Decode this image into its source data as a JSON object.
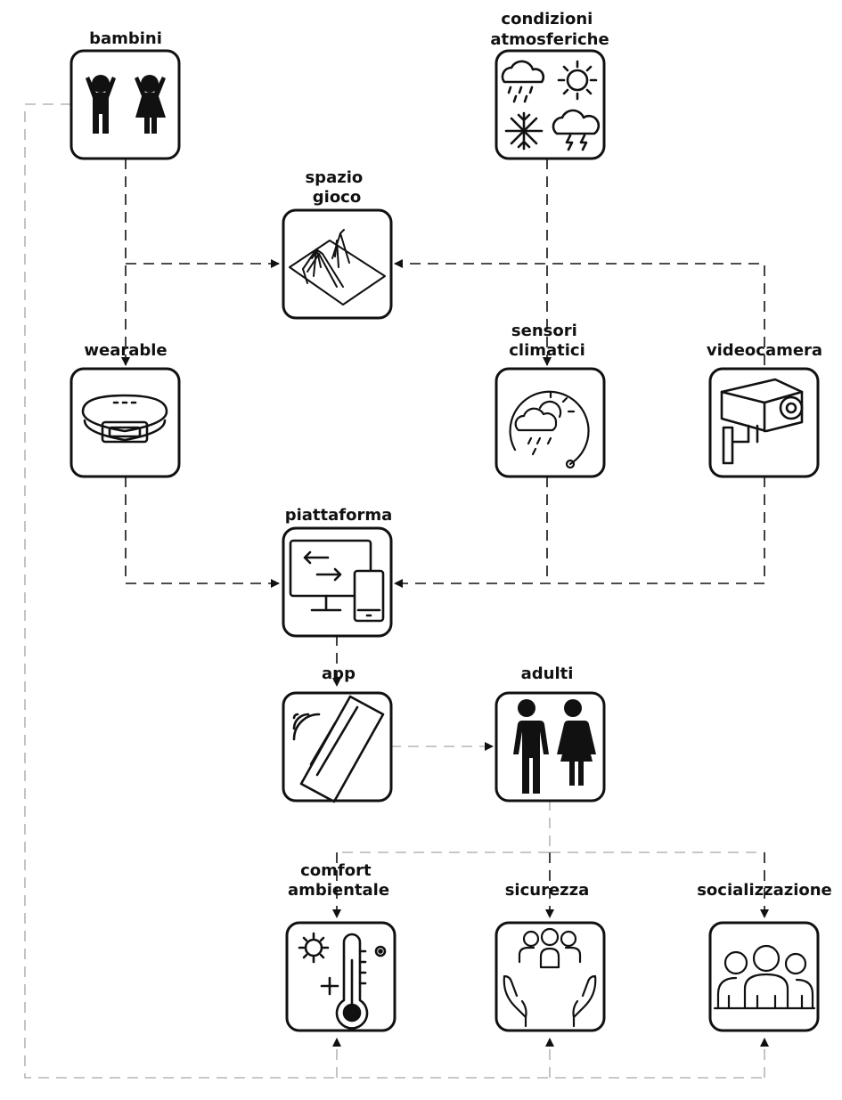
{
  "nodes": {
    "bambini": {
      "label_lines": [
        "bambini"
      ],
      "icon": "children-icon"
    },
    "condizioni": {
      "label_lines": [
        "condizioni",
        "atmosferiche"
      ],
      "icon": "weather-conditions-icon"
    },
    "spazio": {
      "label_lines": [
        "spazio",
        "gioco"
      ],
      "icon": "playground-icon"
    },
    "wearable": {
      "label_lines": [
        "wearable"
      ],
      "icon": "wristband-icon"
    },
    "sensori": {
      "label_lines": [
        "sensori",
        "climatici"
      ],
      "icon": "climate-sensor-icon"
    },
    "videocamera": {
      "label_lines": [
        "videocamera"
      ],
      "icon": "security-camera-icon"
    },
    "piattaforma": {
      "label_lines": [
        "piattaforma"
      ],
      "icon": "platform-devices-icon"
    },
    "app": {
      "label_lines": [
        "app"
      ],
      "icon": "smartphone-app-icon"
    },
    "adulti": {
      "label_lines": [
        "adulti"
      ],
      "icon": "adults-icon"
    },
    "comfort": {
      "label_lines": [
        "comfort",
        "ambientale"
      ],
      "icon": "thermometer-sun-icon"
    },
    "sicurezza": {
      "label_lines": [
        "sicurezza"
      ],
      "icon": "protected-people-icon"
    },
    "socializzazione": {
      "label_lines": [
        "socializzazione"
      ],
      "icon": "group-people-icon"
    }
  },
  "edges": [
    {
      "from": "bambini",
      "to": "wearable",
      "style": "dark"
    },
    {
      "from": "bambini",
      "to": "spazio",
      "style": "dark"
    },
    {
      "from": "condizioni",
      "to": "sensori",
      "style": "dark"
    },
    {
      "from": "videocamera",
      "to": "spazio",
      "style": "dark"
    },
    {
      "from": "wearable",
      "to": "piattaforma",
      "style": "dark"
    },
    {
      "from": "sensori",
      "to": "piattaforma",
      "style": "dark"
    },
    {
      "from": "videocamera",
      "to": "piattaforma",
      "style": "dark"
    },
    {
      "from": "piattaforma",
      "to": "app",
      "style": "dark"
    },
    {
      "from": "app",
      "to": "adulti",
      "style": "light"
    },
    {
      "from": "adulti",
      "to": "comfort",
      "style": "light"
    },
    {
      "from": "adulti",
      "to": "sicurezza",
      "style": "light"
    },
    {
      "from": "adulti",
      "to": "socializzazione",
      "style": "light"
    },
    {
      "from": "bambini",
      "to": "comfort",
      "style": "light"
    },
    {
      "from": "bambini",
      "to": "sicurezza",
      "style": "light"
    },
    {
      "from": "bambini",
      "to": "socializzazione",
      "style": "light"
    }
  ],
  "colors": {
    "stroke": "#111111",
    "light_connector": "#b5b5b5",
    "background": "#ffffff"
  }
}
